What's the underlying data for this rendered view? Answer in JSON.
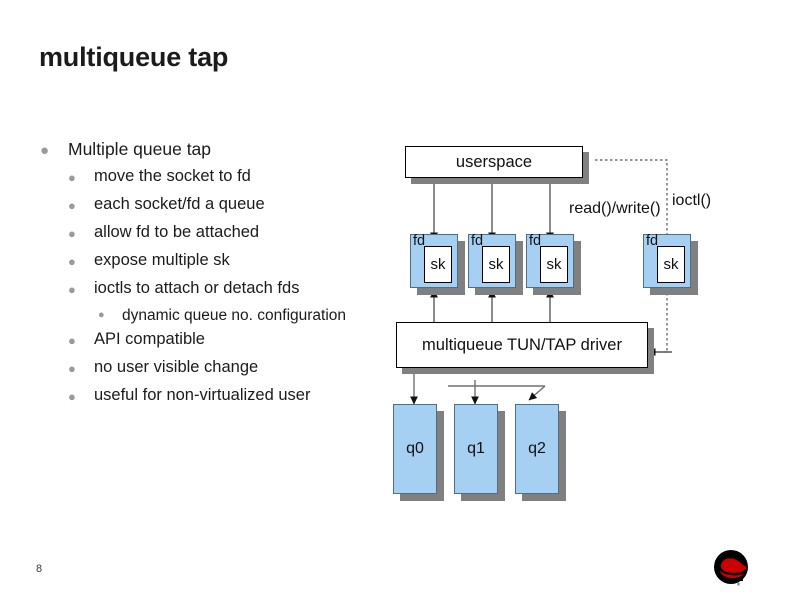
{
  "slide": {
    "title": "multiqueue tap",
    "page_number": "8",
    "logo_name": "red-hat-shadowman-logo"
  },
  "bullets": [
    {
      "level": 1,
      "text": "Multiple queue tap"
    },
    {
      "level": 2,
      "text": "move the socket to fd"
    },
    {
      "level": 2,
      "text": "each socket/fd a queue"
    },
    {
      "level": 2,
      "text": "allow fd to be attached"
    },
    {
      "level": 2,
      "text": "expose multiple sk"
    },
    {
      "level": 2,
      "text": "ioctls to attach or detach fds"
    },
    {
      "level": 3,
      "text": "dynamic queue no. configuration"
    },
    {
      "level": 2,
      "text": "API compatible"
    },
    {
      "level": 2,
      "text": "no user visible change"
    },
    {
      "level": 2,
      "text": "useful for non-virtualized user"
    }
  ],
  "diagram": {
    "userspace_label": "userspace",
    "driver_label": "multiqueue TUN/TAP driver",
    "fd_label": "fd",
    "sk_label": "sk",
    "fd_boxes": [
      {
        "fd": "fd",
        "sk": "sk"
      },
      {
        "fd": "fd",
        "sk": "sk"
      },
      {
        "fd": "fd",
        "sk": "sk"
      },
      {
        "fd": "fd",
        "sk": "sk"
      }
    ],
    "queues": [
      {
        "label": "q0"
      },
      {
        "label": "q1"
      },
      {
        "label": "q2"
      }
    ],
    "connector_labels": {
      "read_write": "read()/write()",
      "ioctl": "ioctl()"
    },
    "colors": {
      "box_blue": "#a6d0f2",
      "box_blue_border": "#4e6e8c",
      "shadow_grey": "#808080",
      "box_white": "#ffffff",
      "box_border": "#000000",
      "bullet_grey": "#9a9a9a",
      "logo_red": "#cc0000"
    }
  }
}
